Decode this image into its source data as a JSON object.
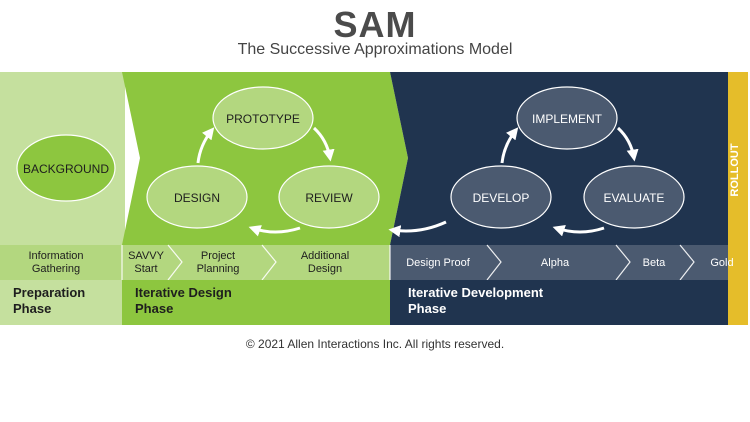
{
  "header": {
    "title": "SAM",
    "subtitle": "The Successive Approximations Model"
  },
  "colors": {
    "prep": "#c5e09e",
    "prep_bar": "#b3d77f",
    "design": "#8dc63f",
    "design_bar": "#b3d77f",
    "dev": "#20344f",
    "dev_bar": "#4b5a70",
    "rollout": "#e5bd2a",
    "dark_text": "#1e1e1e",
    "light_text": "#ffffff"
  },
  "preparation": {
    "circle": "BACKGROUND",
    "steps": [
      "Information Gathering"
    ],
    "phase": "Preparation Phase"
  },
  "iterative_design": {
    "cycle": [
      "PROTOTYPE",
      "REVIEW",
      "DESIGN"
    ],
    "steps": [
      "SAVVY Start",
      "Project Planning",
      "Additional Design"
    ],
    "phase": "Iterative Design Phase"
  },
  "iterative_development": {
    "cycle": [
      "IMPLEMENT",
      "EVALUATE",
      "DEVELOP"
    ],
    "steps": [
      "Design Proof",
      "Alpha",
      "Beta",
      "Gold"
    ],
    "phase": "Iterative Development Phase"
  },
  "rollout": "ROLLOUT",
  "footer": {
    "copyright": "© 2021 Allen Interactions Inc. All rights reserved."
  }
}
